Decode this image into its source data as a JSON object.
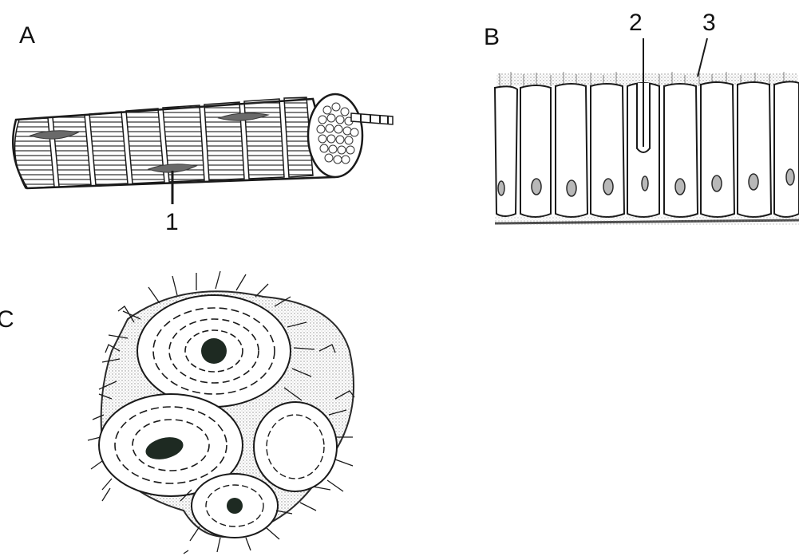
{
  "panels": {
    "a": {
      "label": "A",
      "callout": "1"
    },
    "b": {
      "label": "B",
      "callouts": [
        "2",
        "3"
      ]
    },
    "c": {
      "label": "C"
    }
  },
  "colors": {
    "ink": "#1a1a1a",
    "stipple": "#7a7a7a",
    "nucleus_fill": "#6a6a6a",
    "dark_nucleus": "#1e2a22",
    "background": "#ffffff"
  }
}
